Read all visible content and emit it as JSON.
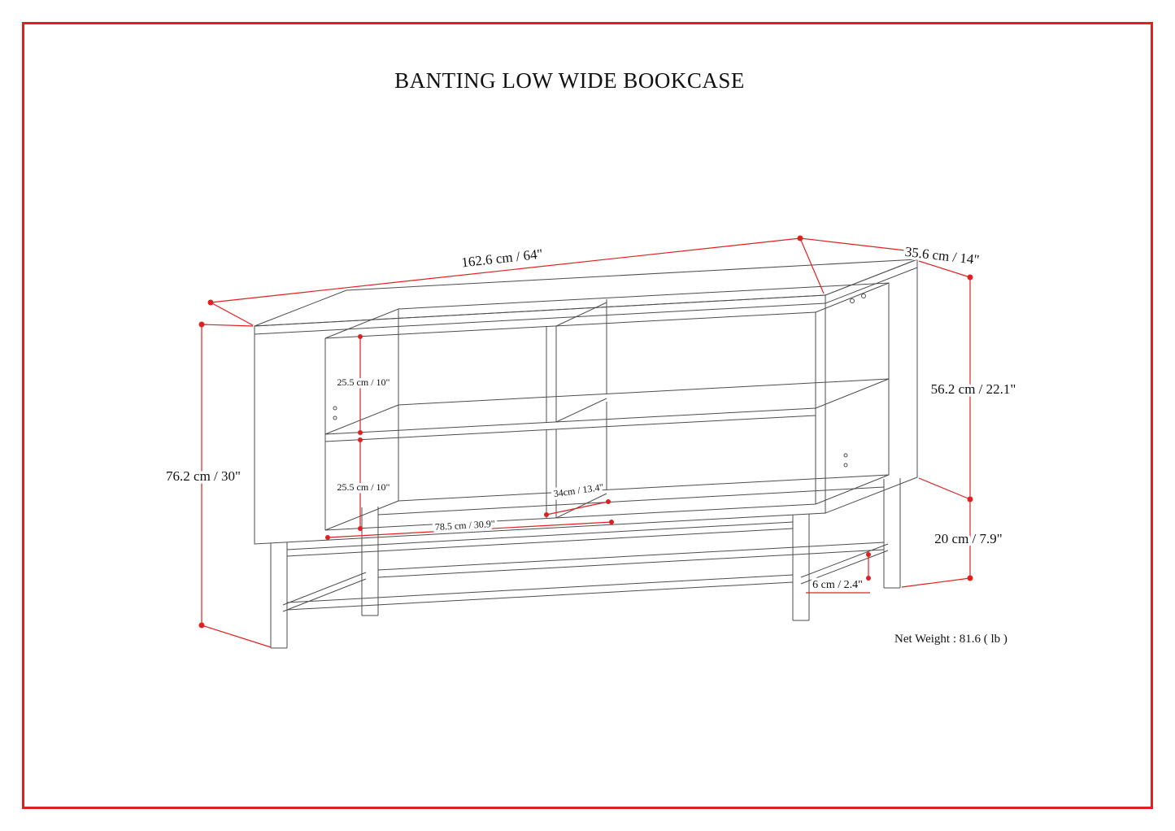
{
  "title": "BANTING LOW WIDE BOOKCASE",
  "annotations": {
    "width": "162.6 cm / 64\"",
    "depth": "35.6 cm / 14\"",
    "body_height": "56.2 cm / 22.1\"",
    "overall_height": "76.2 cm / 30\"",
    "base_height": "20 cm / 7.9\"",
    "opening_top": "25.5 cm / 10\"",
    "opening_bottom": "25.5 cm / 10\"",
    "interior_width": "78.5 cm / 30.9\"",
    "interior_depth": "34cm / 13.4\"",
    "frame_tube": "6 cm / 2.4\"",
    "net_weight": "Net Weight : 81.6 ( lb )"
  },
  "colors": {
    "dimension_red": "#e02020",
    "drawing_gray": "#4c4c4c"
  }
}
